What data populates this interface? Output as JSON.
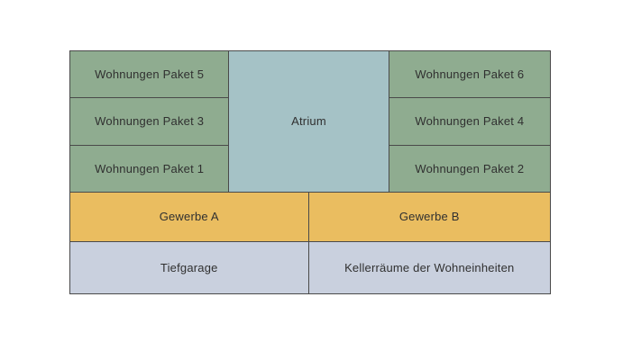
{
  "colors": {
    "background": "#ffffff",
    "border": "#4a4a4a",
    "text": "#303030",
    "wohnungen": "#8fac90",
    "atrium": "#a5c2c6",
    "gewerbe": "#eabd60",
    "untergeschoss": "#c9d0de"
  },
  "blocks": {
    "paket5": "Wohnungen Paket 5",
    "paket3": "Wohnungen Paket 3",
    "paket1": "Wohnungen Paket 1",
    "atrium": "Atrium",
    "paket6": "Wohnungen Paket 6",
    "paket4": "Wohnungen Paket 4",
    "paket2": "Wohnungen Paket 2",
    "gewerbe_a": "Gewerbe A",
    "gewerbe_b": "Gewerbe B",
    "tiefgarage": "Tiefgarage",
    "kellerraeume": "Kellerräume der Wohneinheiten"
  }
}
